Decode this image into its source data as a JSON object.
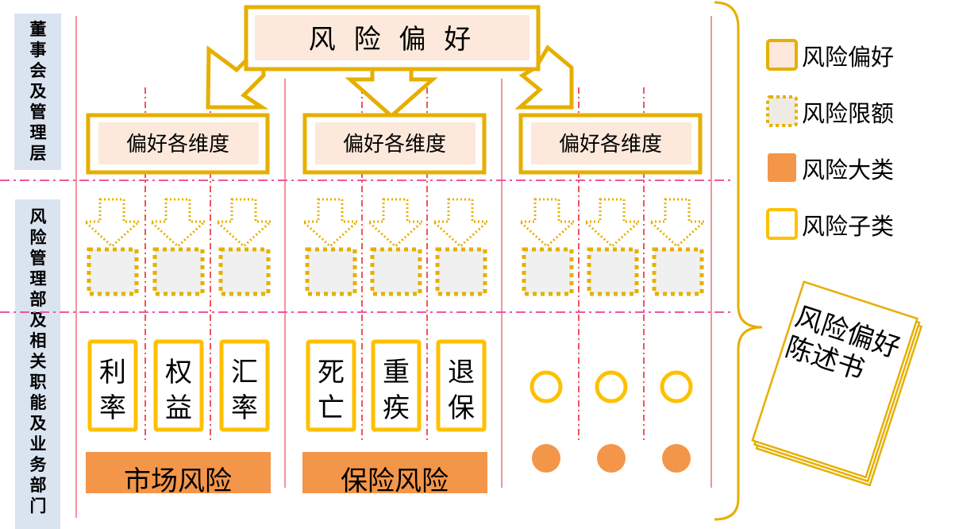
{
  "colors": {
    "gold": "#E6AF00",
    "gold_light": "#FFC000",
    "peach": "#FCE9DB",
    "grey_fill": "#F0F0F0",
    "orange": "#F4964A",
    "red_line": "#F4939A",
    "dash_red": "#F2545B",
    "pink_dash": "#F0569E",
    "sidebar_bg": "#DAE3F0"
  },
  "side_labels": {
    "top": "董事会及管理层",
    "bottom": "风险管理部及相关职能及业务部门"
  },
  "top_box": {
    "label": "风 险 偏 好"
  },
  "dimension_boxes": [
    {
      "label": "偏好各维度"
    },
    {
      "label": "偏好各维度"
    },
    {
      "label": "偏好各维度"
    }
  ],
  "risk_groups": [
    {
      "category": "市场风险",
      "subcategories": [
        "利率",
        "权益",
        "汇率"
      ]
    },
    {
      "category": "保险风险",
      "subcategories": [
        "死亡",
        "重疾",
        "退保"
      ]
    },
    {
      "category": "",
      "subcategories": [
        "",
        "",
        ""
      ]
    }
  ],
  "legend": [
    {
      "label": "风险偏好",
      "type": "risk-appetite"
    },
    {
      "label": "风险限额",
      "type": "risk-limit"
    },
    {
      "label": "风险大类",
      "type": "risk-category"
    },
    {
      "label": "风险子类",
      "type": "risk-subcategory"
    }
  ],
  "document": {
    "line1": "风险偏好",
    "line2": "陈述书"
  }
}
